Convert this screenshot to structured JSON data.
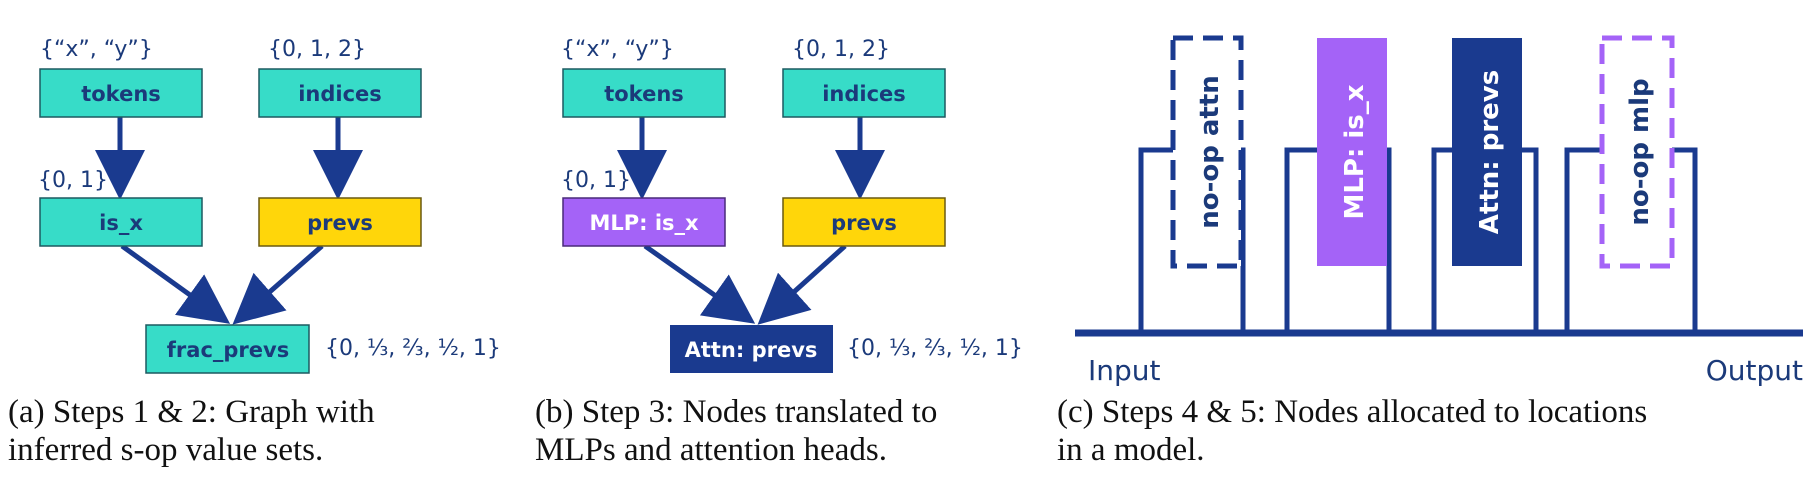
{
  "panel_a": {
    "set_tokens": "{“x”, “y”}",
    "set_indices": "{0, 1, 2}",
    "set_isx": "{0, 1}",
    "set_frac": "{0, ⅓, ⅔, ½, 1}",
    "node_tokens": "tokens",
    "node_indices": "indices",
    "node_isx": "is_x",
    "node_prevs": "prevs",
    "node_frac": "frac_prevs",
    "caption_line1": "(a) Steps 1 & 2: Graph with",
    "caption_line2": "inferred s-op value sets."
  },
  "panel_b": {
    "set_tokens": "{“x”, “y”}",
    "set_indices": "{0, 1, 2}",
    "set_isx": "{0, 1}",
    "set_frac": "{0, ⅓, ⅔, ½, 1}",
    "node_tokens": "tokens",
    "node_indices": "indices",
    "node_mlp": "MLP: is_x",
    "node_prevs": "prevs",
    "node_attn": "Attn: prevs",
    "caption_line1": "(b) Step 3: Nodes translated to",
    "caption_line2": "MLPs and attention heads."
  },
  "panel_c": {
    "block_noop_attn": "no-op attn",
    "block_mlp": "MLP: is_x",
    "block_attn": "Attn: prevs",
    "block_noop_mlp": "no-op mlp",
    "label_input": "Input",
    "label_output": "Output",
    "caption_line1": "(c) Steps 4 & 5: Nodes allocated to locations",
    "caption_line2": "in a model."
  },
  "colors": {
    "teal": "#37dcc8",
    "yellow": "#ffd60a",
    "purple": "#a463f7",
    "navy": "#1a3a8f",
    "text_navy": "#1b3a7a"
  }
}
